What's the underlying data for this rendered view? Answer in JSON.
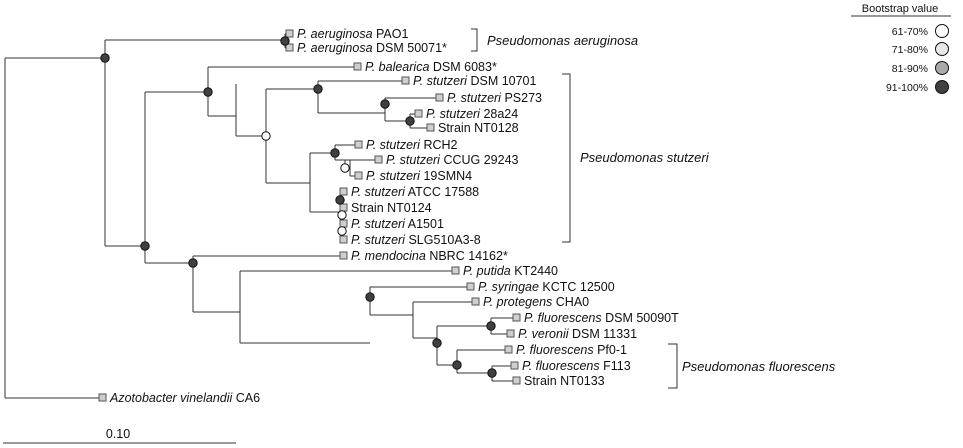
{
  "tips": {
    "pa_pao1": {
      "species": "P. aeruginosa",
      "strain": "PAO1"
    },
    "pa_dsm": {
      "species": "P. aeruginosa",
      "strain": "DSM 50071*"
    },
    "balearica": {
      "species": "P. balearica",
      "strain": "DSM 6083*"
    },
    "st_dsm10701": {
      "species": "P. stutzeri",
      "strain": "DSM 10701"
    },
    "st_ps273": {
      "species": "P. stutzeri",
      "strain": "PS273"
    },
    "st_28a24": {
      "species": "P. stutzeri",
      "strain": "28a24"
    },
    "nt0128": {
      "species": "",
      "strain": "Strain NT0128"
    },
    "st_rch2": {
      "species": "P. stutzeri",
      "strain": "RCH2"
    },
    "st_ccug": {
      "species": "P. stutzeri",
      "strain": "CCUG 29243"
    },
    "st_19smn4": {
      "species": "P. stutzeri",
      "strain": "19SMN4"
    },
    "st_atcc": {
      "species": "P. stutzeri",
      "strain": "ATCC 17588"
    },
    "nt0124": {
      "species": "",
      "strain": "Strain NT0124"
    },
    "st_a1501": {
      "species": "P. stutzeri",
      "strain": "A1501"
    },
    "st_slg": {
      "species": "P. stutzeri",
      "strain": "SLG510A3-8"
    },
    "mendocina": {
      "species": "P. mendocina",
      "strain": "NBRC 14162*"
    },
    "putida": {
      "species": "P. putida",
      "strain": "KT2440"
    },
    "syringae": {
      "species": "P. syringae",
      "strain": "KCTC 12500"
    },
    "protegens": {
      "species": "P. protegens",
      "strain": "CHA0"
    },
    "fl_dsm": {
      "species": "P. fluorescens",
      "strain": "DSM 50090T"
    },
    "veronii": {
      "species": "P. veronii",
      "strain": "DSM 11331"
    },
    "fl_pf01": {
      "species": "P. fluorescens",
      "strain": "Pf0-1"
    },
    "fl_f113": {
      "species": "P. fluorescens",
      "strain": "F113"
    },
    "nt0133": {
      "species": "",
      "strain": "Strain NT0133"
    },
    "azoto": {
      "species": "Azotobacter vinelandii",
      "strain": "CA6"
    }
  },
  "groups": {
    "aeruginosa": "Pseudomonas aeruginosa",
    "stutzeri": "Pseudomonas stutzeri",
    "fluorescens": "Pseudomonas  fluorescens"
  },
  "legend": {
    "title": "Bootstrap value",
    "items": [
      {
        "label": "61-70%",
        "color": "#ffffff"
      },
      {
        "label": "71-80%",
        "color": "#e6e6e6"
      },
      {
        "label": "81-90%",
        "color": "#a9a9a9"
      },
      {
        "label": "91-100%",
        "color": "#404040"
      }
    ]
  },
  "scale_bar": {
    "label": "0.10"
  }
}
